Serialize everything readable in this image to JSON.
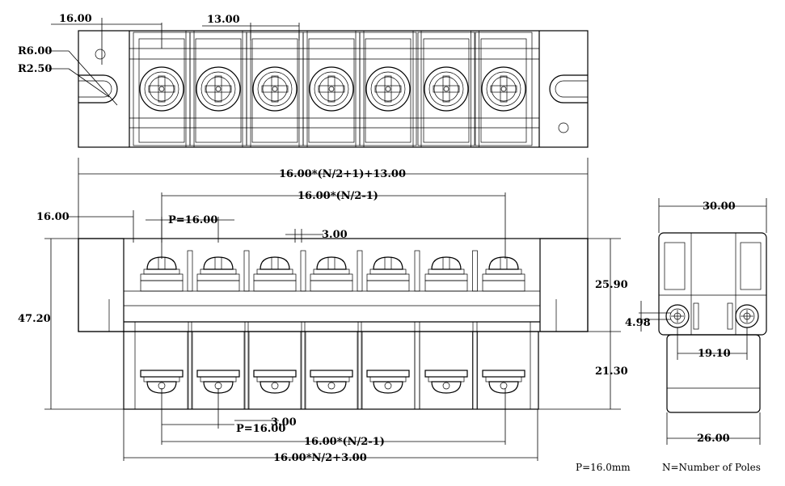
{
  "dimensions": {
    "top_pitch_offset": "16.00",
    "top_spacing": "13.00",
    "radius_outer": "R6.00",
    "radius_inner": "R2.50",
    "overall_length_formula": "16.00*(N/2+1)+13.00",
    "inner_span_top": "16.00*(N/2-1)",
    "left_offset": "16.00",
    "pitch_top": "P=16.00",
    "gap_top": "3.00",
    "height_total": "47.20",
    "height_upper": "25.90",
    "height_lower": "21.30",
    "gap_bottom": "3.00",
    "pitch_bottom": "P=16.00",
    "inner_span_bottom": "16.00*(N/2-1)",
    "overall_bottom_formula": "16.00*N/2+3.00",
    "side_width_top": "30.00",
    "side_screw_offset": "4.98",
    "side_screw_spacing": "19.10",
    "side_width_bottom": "26.00"
  },
  "notes": {
    "pitch_note": "P=16.0mm",
    "poles_note": "N=Number of Poles"
  }
}
